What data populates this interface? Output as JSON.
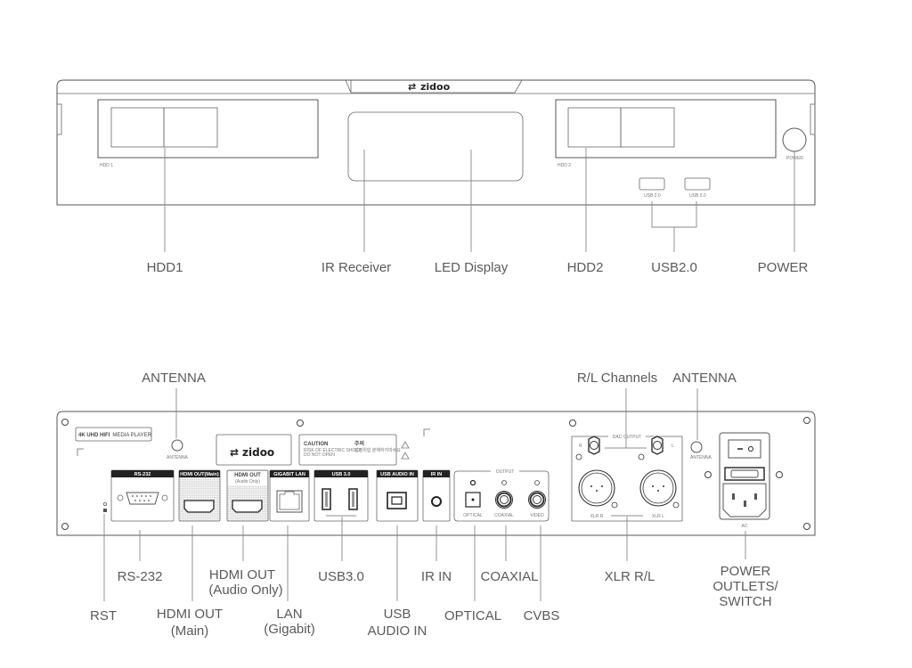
{
  "front_panel": {
    "brand": "zidoo",
    "small_labels": {
      "hdd1": "HDD 1",
      "hdd2": "HDD 2",
      "usb_a": "USB 2.0",
      "usb_b": "USB 2.0",
      "power": "POWER"
    },
    "callouts": [
      "HDD1",
      "IR Receiver",
      "LED Display",
      "HDD2",
      "USB2.0",
      "POWER"
    ]
  },
  "rear_panel": {
    "brand": "zidoo",
    "product_badge": {
      "bold": "4K UHD HIFI",
      "normal": "MEDIA PLAYER"
    },
    "caution": {
      "title": "CAUTION",
      "line1": "RISK OF ELECTRIC SHOCK",
      "line2": "DO NOT OPEN",
      "korean_title": "주의",
      "korean_line": "감전위험 분해하지마세요"
    },
    "antenna_small": "ANTENNA",
    "ports": {
      "rs232": "RS-232",
      "hdmi_main": "HDMI OUT(Main)",
      "hdmi_audio": "HDMI OUT",
      "hdmi_audio_sub": "(Audio Only)",
      "lan": "GIGABIT LAN",
      "usb3": "USB 3.0",
      "usb_audio": "USB AUDIO IN",
      "ir_in": "IR IN",
      "output_group": "OUTPUT",
      "optical": "OPTICAL",
      "coaxial": "COAXIAL",
      "video": "VIDEO",
      "dac_group": "DAC OUTPUT",
      "dac_r": "R",
      "dac_l": "L",
      "xlr_r": "XLR R",
      "xlr_l": "XLR L",
      "ac": "AC"
    },
    "callouts_top": {
      "antenna_left": "ANTENNA",
      "rl_channels": "R/L Channels",
      "antenna_right": "ANTENNA"
    },
    "callouts_bottom": {
      "rs232": "RS-232",
      "hdmi_audio_1": "HDMI OUT",
      "hdmi_audio_2": "(Audio Only)",
      "usb3": "USB3.0",
      "ir_in": "IR IN",
      "coaxial": "COAXIAL",
      "xlr": "XLR R/L",
      "power_1": "POWER",
      "power_2": "OUTLETS/",
      "power_3": "SWITCH",
      "rst": "RST",
      "hdmi_main_1": "HDMI OUT",
      "hdmi_main_2": "(Main)",
      "lan_1": "LAN",
      "lan_2": "(Gigabit)",
      "usb_audio_1": "USB",
      "usb_audio_2": "AUDIO IN",
      "optical": "OPTICAL",
      "cvbs": "CVBS"
    }
  }
}
